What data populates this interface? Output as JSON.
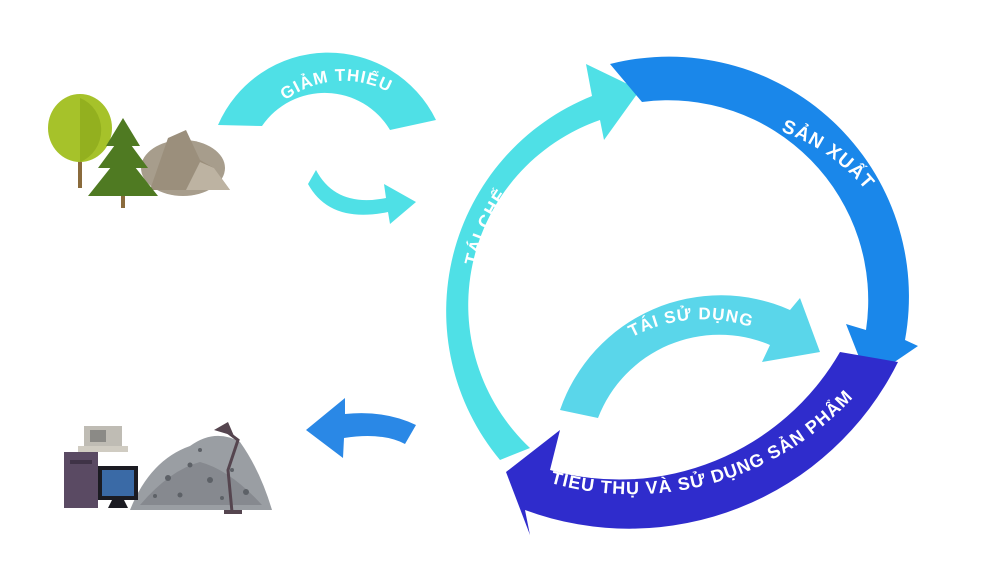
{
  "labels": {
    "reduce": "GIẢM THIỂU",
    "produce": "SẢN XUẤT",
    "recycle": "TÁI CHẾ",
    "reuse": "TÁI SỬ DỤNG",
    "consume": "TIÊU THỤ VÀ SỬ DỤNG SẢN PHẨM"
  },
  "colors": {
    "light_cyan": "#4fe0e6",
    "mid_cyan": "#5ad6ea",
    "blue": "#1a87ea",
    "dark_blue": "#2f2ccc",
    "landfill_blue": "#2a88e6"
  }
}
